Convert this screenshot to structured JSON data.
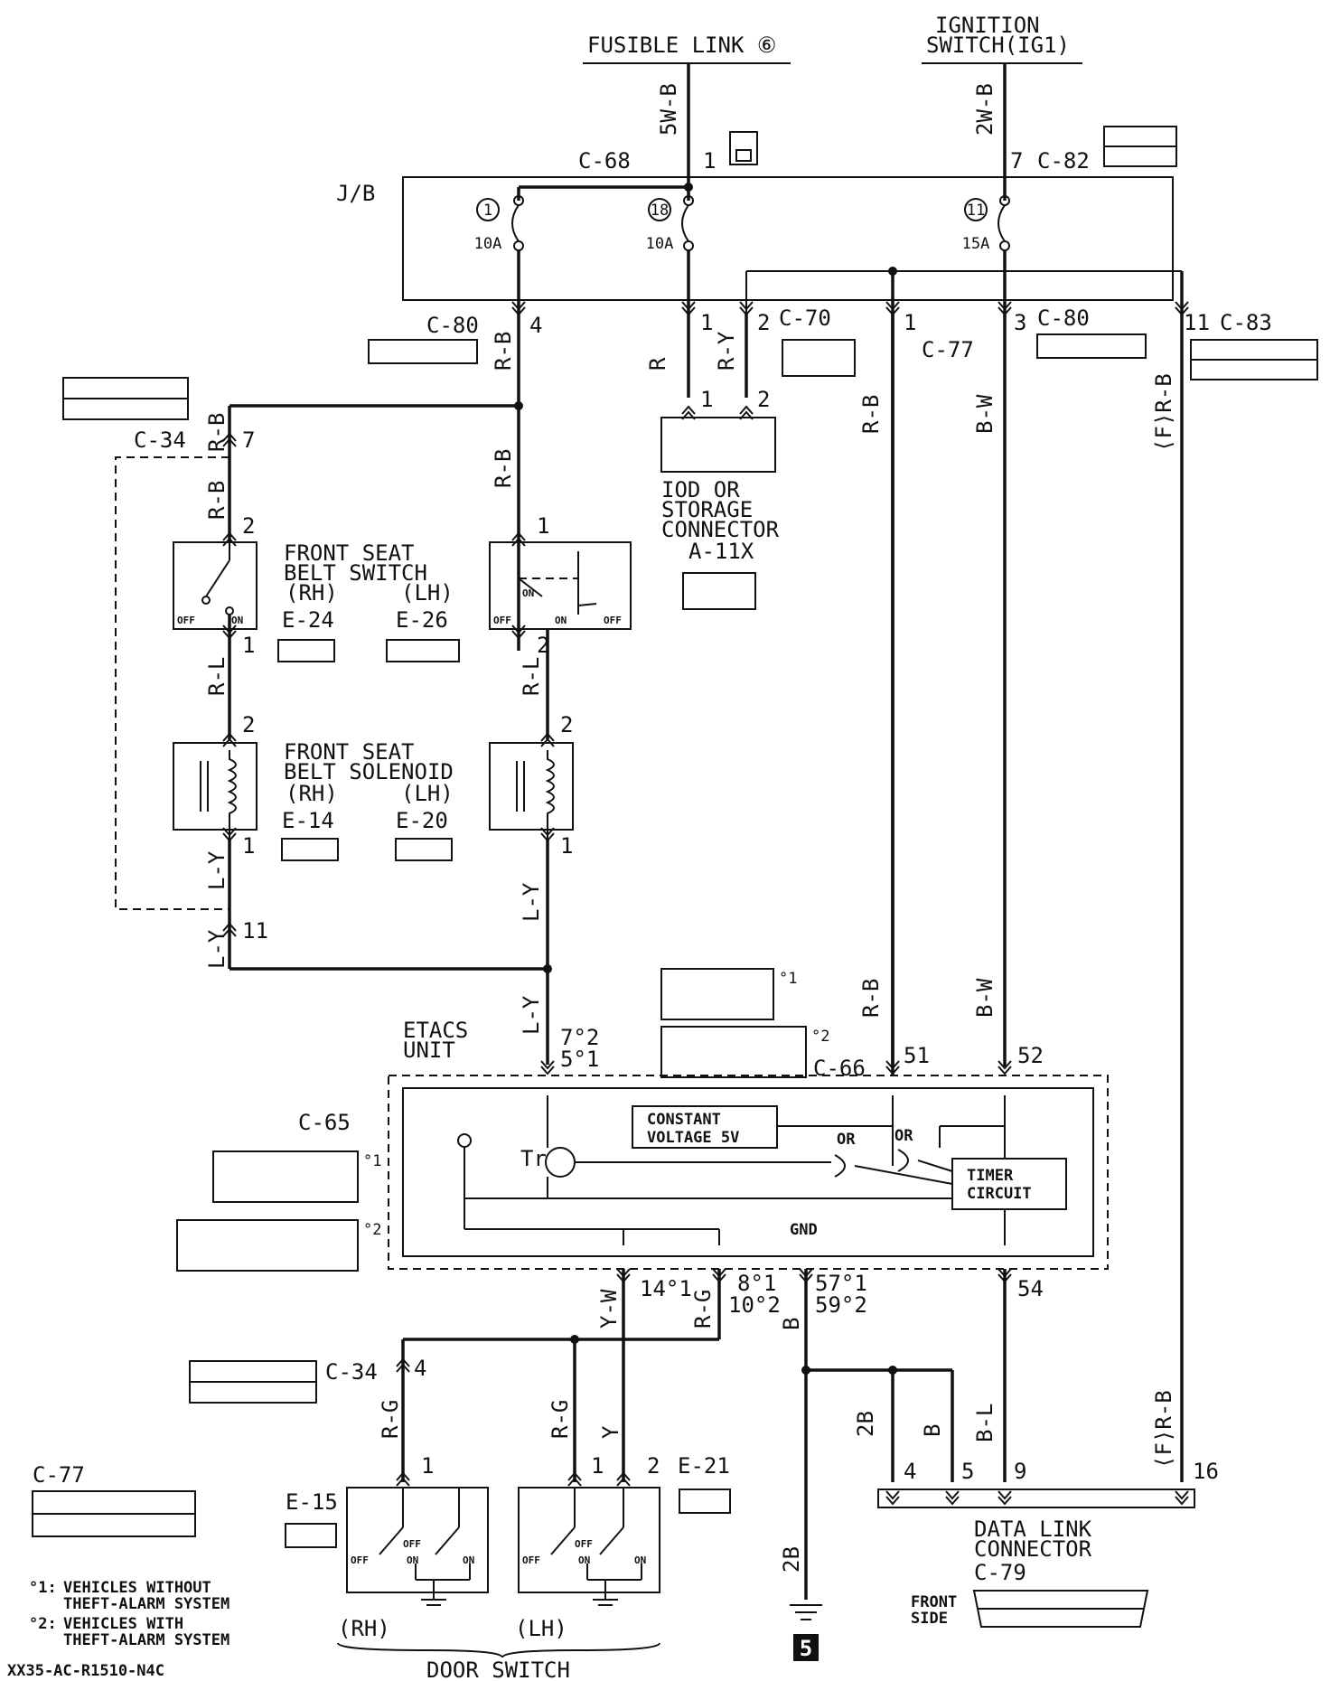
{
  "sources": {
    "fusible_link": "FUSIBLE LINK ⑥",
    "ignition_title": "IGNITION",
    "ignition_sub": "SWITCH(IG1)"
  },
  "wires": {
    "w_5wb": "5W-B",
    "w_2wb": "2W-B",
    "w_rb": "R-B",
    "w_r": "R",
    "w_ry": "R-Y",
    "w_bw": "B-W",
    "w_frb": "⟨F⟩R-B",
    "w_rl": "R-L",
    "w_ly": "L-Y",
    "w_yw": "Y-W",
    "w_rg": "R-G",
    "w_b": "B",
    "w_y": "Y",
    "w_2b": "2B",
    "w_bl": "B-L"
  },
  "connectors": {
    "c68": "C-68",
    "c82": "C-82",
    "c80": "C-80",
    "c70": "C-70",
    "c77": "C-77",
    "c83": "C-83",
    "c34": "C-34",
    "c65": "C-65",
    "c66": "C-66",
    "c79": "C-79",
    "e24": "E-24",
    "e26": "E-26",
    "e14": "E-14",
    "e20": "E-20",
    "e15": "E-15",
    "e21": "E-21",
    "a11x": "A-11X",
    "jb": "J/B"
  },
  "fuses": [
    {
      "num": "1",
      "rating": "10A"
    },
    {
      "num": "18",
      "rating": "10A"
    },
    {
      "num": "11",
      "rating": "15A"
    }
  ],
  "pins": {
    "p1": "1",
    "p2": "2",
    "p3": "3",
    "p4": "4",
    "p5": "5",
    "p7": "7",
    "p9": "9",
    "p11": "11",
    "p14": "14",
    "p16": "16",
    "p51": "51",
    "p52": "52",
    "p54": "54",
    "p7s2": "7°2",
    "p5s1": "5°1",
    "p14s1": "14°1",
    "p8s1": "8°1",
    "p10s2": "10°2",
    "p57s1": "57°1",
    "p59s2": "59°2"
  },
  "components": {
    "belt_switch_1": "FRONT SEAT",
    "belt_switch_2": "BELT SWITCH",
    "belt_solenoid_1": "FRONT SEAT",
    "belt_solenoid_2": "BELT SOLENOID",
    "rh": "(RH)",
    "lh": "(LH)",
    "iod_1": "IOD OR",
    "iod_2": "STORAGE",
    "iod_3": "CONNECTOR",
    "etacs_1": "ETACS",
    "etacs_2": "UNIT",
    "const_1": "CONSTANT",
    "const_2": "VOLTAGE 5V",
    "timer_1": "TIMER",
    "timer_2": "CIRCUIT",
    "or": "OR",
    "tr": "Tr",
    "gnd": "GND",
    "dlc_1": "DATA LINK",
    "dlc_2": "CONNECTOR",
    "front_1": "FRONT",
    "front_2": "SIDE",
    "door_switch": "DOOR SWITCH",
    "off": "OFF",
    "on": "ON"
  },
  "notes": {
    "n1_mark": "°1:",
    "n1_a": "VEHICLES WITHOUT",
    "n1_b": "THEFT-ALARM SYSTEM",
    "n2_mark": "°2:",
    "n2_a": "VEHICLES WITH",
    "n2_b": "THEFT-ALARM SYSTEM",
    "s1": "°1",
    "s2": "°2",
    "code": "XX35-AC-R1510-N4C",
    "ground_ref": "5"
  }
}
